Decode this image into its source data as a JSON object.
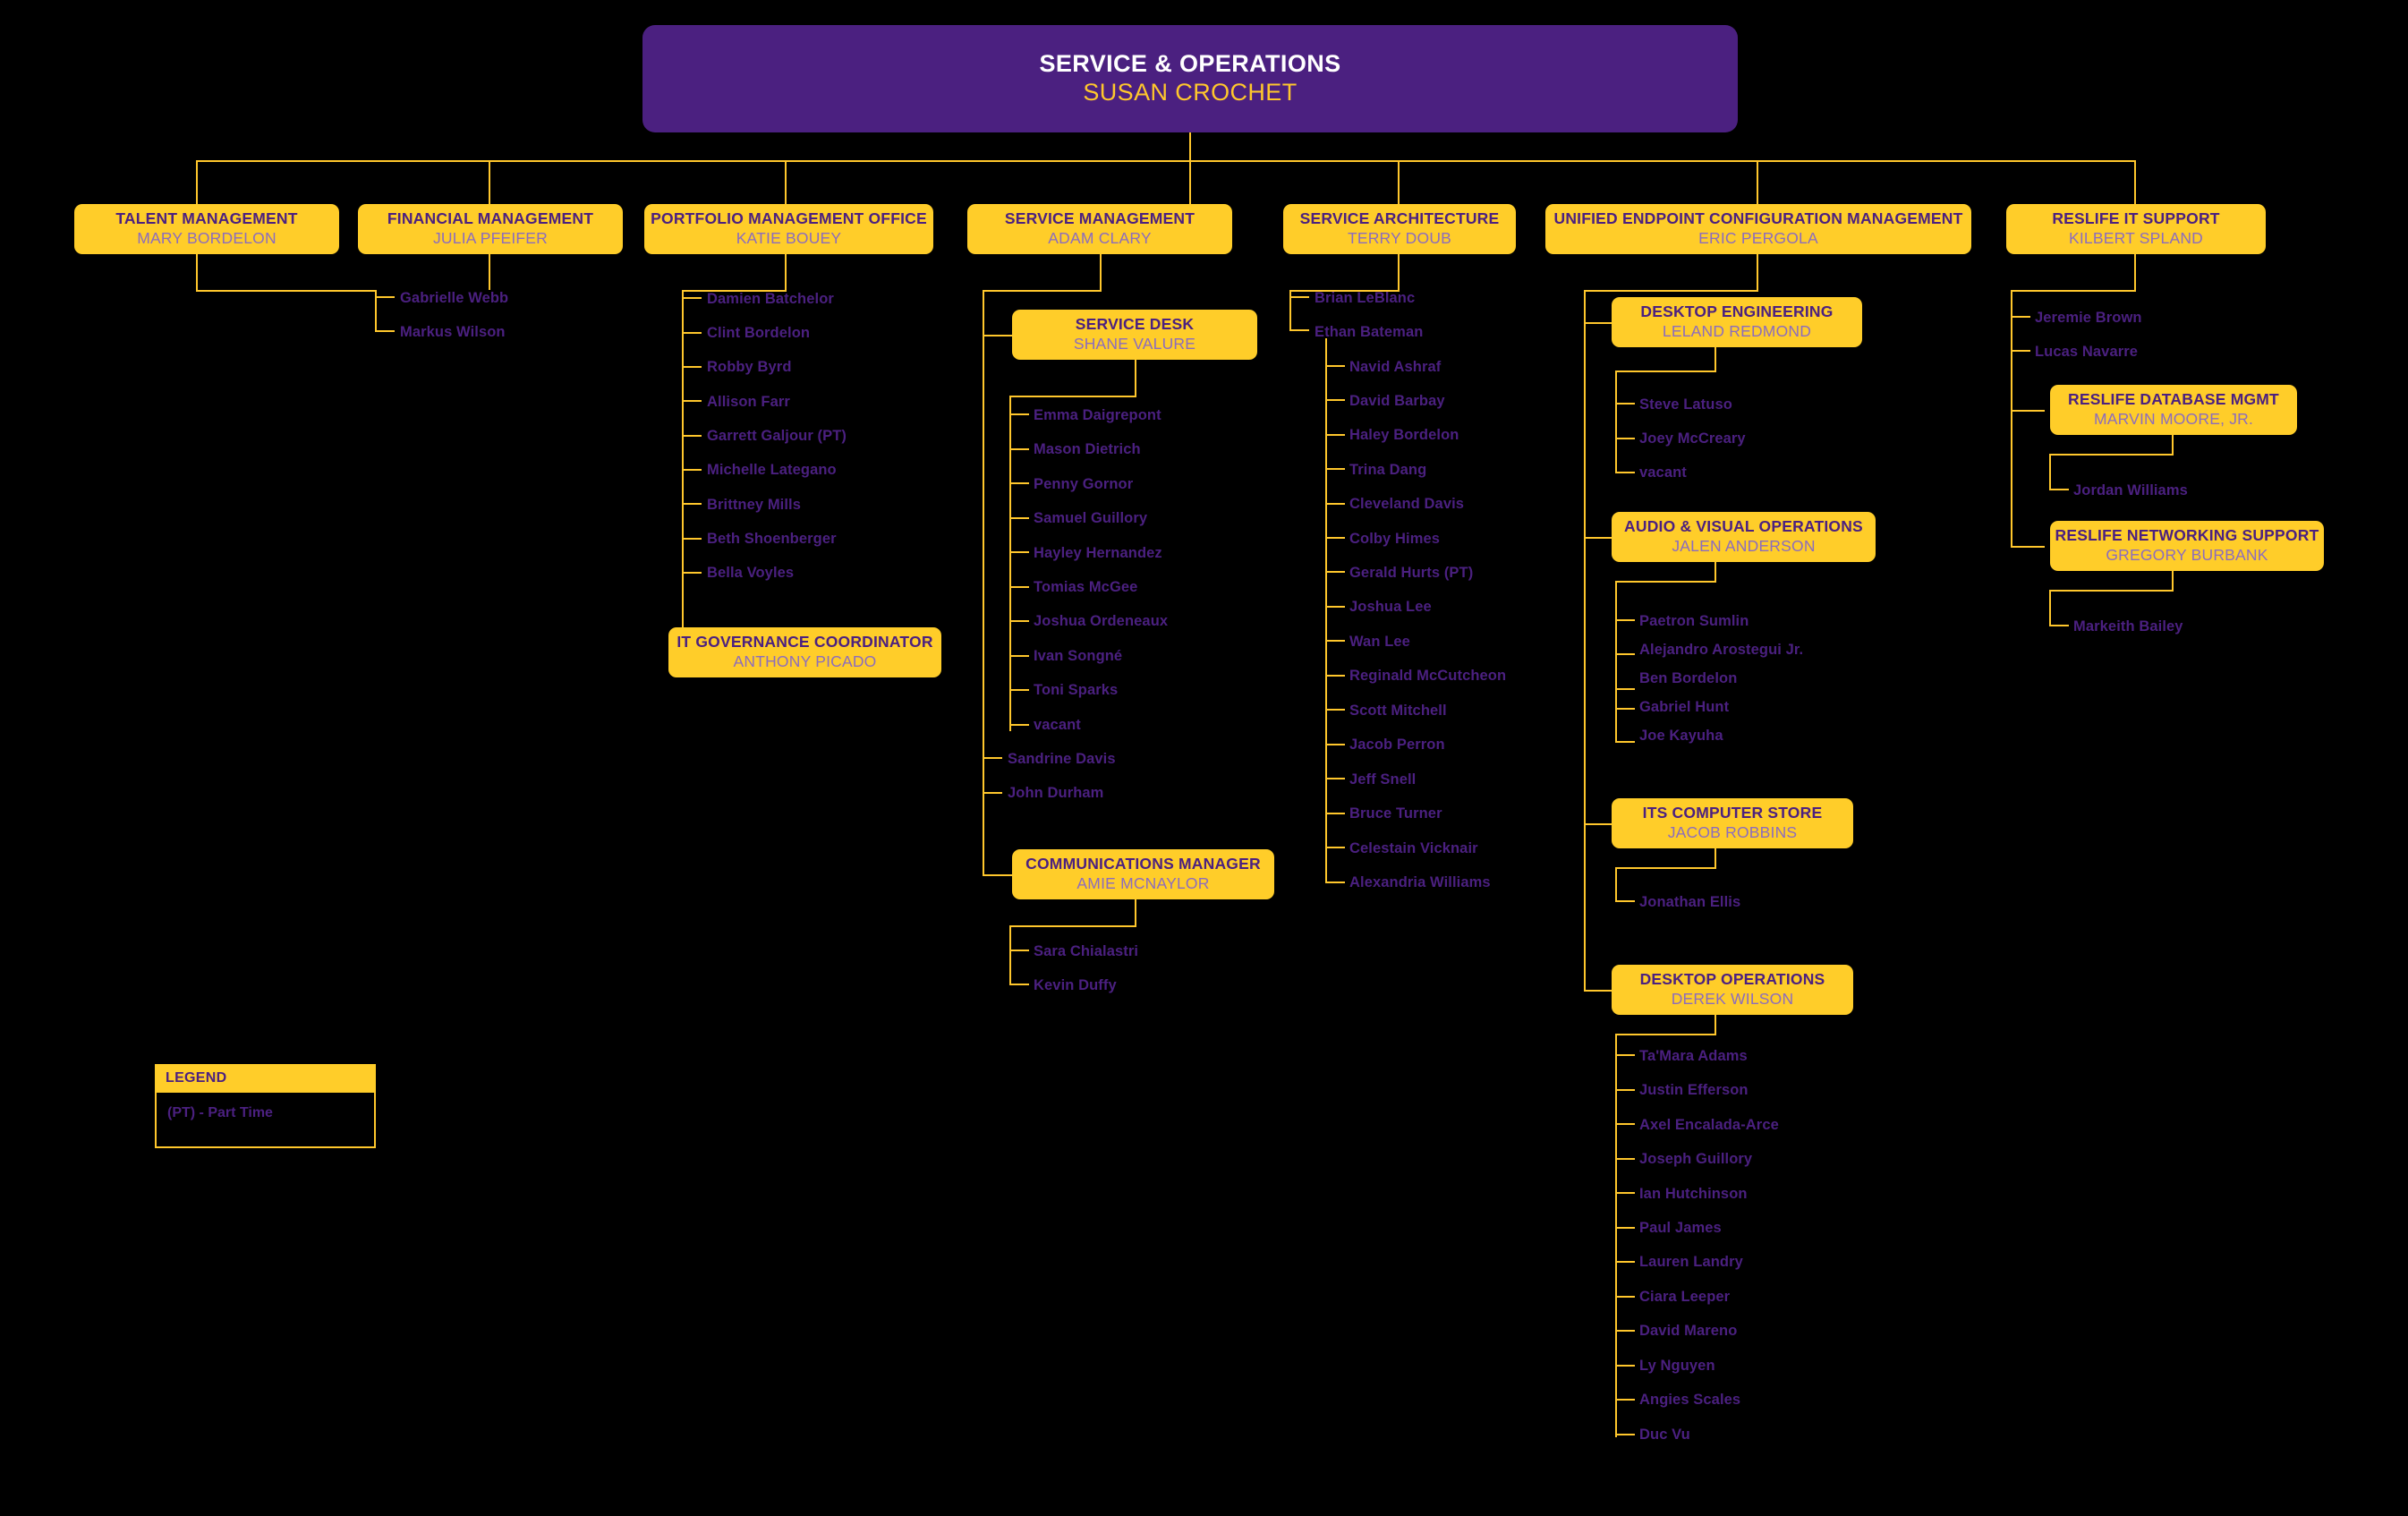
{
  "colors": {
    "background": "#000000",
    "box_fill": "#FFCD29",
    "root_fill": "#4B2080",
    "connector": "#FFC72C",
    "title_text": "#4B2080",
    "name_text": "#8B6CBF",
    "leaf_text": "#4B2080",
    "root_title_text": "#FFFFFF",
    "root_name_text": "#FFC72C"
  },
  "root": {
    "title": "SERVICE & OPERATIONS",
    "name": "SUSAN CROCHET"
  },
  "divisions": [
    {
      "id": "talent-management",
      "title": "TALENT MANAGEMENT",
      "name": "MARY BORDELON",
      "staff": [
        "Gabrielle Webb",
        "Markus Wilson"
      ]
    },
    {
      "id": "financial-management",
      "title": "FINANCIAL MANAGEMENT",
      "name": "JULIA PFEIFER",
      "staff": []
    },
    {
      "id": "portfolio-management-office",
      "title": "PORTFOLIO MANAGEMENT OFFICE",
      "name": "KATIE BOUEY",
      "staff": [
        "Damien Batchelor",
        "Clint Bordelon",
        "Robby Byrd",
        "Allison Farr",
        "Garrett Galjour (PT)",
        "Michelle Lategano",
        "Brittney Mills",
        "Beth Shoenberger",
        "Bella Voyles"
      ],
      "sub_units": [
        {
          "id": "it-governance-coordinator",
          "title": "IT GOVERNANCE COORDINATOR",
          "name": "ANTHONY PICADO",
          "staff": []
        }
      ]
    },
    {
      "id": "service-management",
      "title": "SERVICE MANAGEMENT",
      "name": "ADAM CLARY",
      "staff": [
        "Sandrine Davis",
        "John Durham"
      ],
      "sub_units": [
        {
          "id": "service-desk",
          "title": "SERVICE DESK",
          "name": "SHANE VALURE",
          "staff": [
            "Emma Daigrepont",
            "Mason Dietrich",
            "Penny Gornor",
            "Samuel Guillory",
            "Hayley Hernandez",
            "Tomias McGee",
            "Joshua Ordeneaux",
            "Ivan Songné",
            "Toni Sparks",
            "vacant"
          ]
        },
        {
          "id": "communications-manager",
          "title": "COMMUNICATIONS MANAGER",
          "name": "AMIE MCNAYLOR",
          "staff": [
            "Sara Chialastri",
            "Kevin Duffy"
          ]
        }
      ]
    },
    {
      "id": "service-architecture",
      "title": "SERVICE ARCHITECTURE",
      "name": "TERRY DOUB",
      "staff": [
        "Brian LeBlanc",
        "Ethan Bateman"
      ],
      "nested_staff": [
        "Navid Ashraf",
        "David Barbay",
        "Haley Bordelon",
        "Trina Dang",
        "Cleveland Davis",
        "Colby Himes",
        "Gerald Hurts (PT)",
        "Joshua Lee",
        "Wan Lee",
        "Reginald McCutcheon",
        "Scott Mitchell",
        "Jacob Perron",
        "Jeff Snell",
        "Bruce Turner",
        "Celestain Vicknair",
        "Alexandria Williams"
      ]
    },
    {
      "id": "unified-endpoint-configuration-management",
      "title": "UNIFIED ENDPOINT CONFIGURATION MANAGEMENT",
      "name": "ERIC PERGOLA",
      "staff": [],
      "sub_units": [
        {
          "id": "desktop-engineering",
          "title": "DESKTOP ENGINEERING",
          "name": "LELAND REDMOND",
          "staff": [
            "Steve Latuso",
            "Joey McCreary",
            "vacant"
          ]
        },
        {
          "id": "audio-visual-operations",
          "title": "AUDIO & VISUAL OPERATIONS",
          "name": "JALEN ANDERSON",
          "staff": [
            "Paetron Sumlin",
            "Alejandro Arostegui Jr.",
            "Ben Bordelon",
            "Gabriel Hunt",
            "Joe Kayuha"
          ]
        },
        {
          "id": "its-computer-store",
          "title": "ITS COMPUTER STORE",
          "name": "JACOB ROBBINS",
          "staff": [
            "Jonathan Ellis"
          ]
        },
        {
          "id": "desktop-operations",
          "title": "DESKTOP OPERATIONS",
          "name": "DEREK WILSON",
          "staff": [
            "Ta'Mara Adams",
            "Justin Efferson",
            "Axel Encalada-Arce",
            "Joseph Guillory",
            "Ian Hutchinson",
            "Paul James",
            "Lauren Landry",
            "Ciara Leeper",
            "David Mareno",
            "Ly Nguyen",
            "Angies Scales",
            "Duc Vu"
          ]
        }
      ]
    },
    {
      "id": "reslife-it-support",
      "title": "RESLIFE IT SUPPORT",
      "name": "KILBERT SPLAND",
      "staff": [
        "Jeremie Brown",
        "Lucas Navarre"
      ],
      "sub_units": [
        {
          "id": "reslife-database-mgmt",
          "title": "RESLIFE DATABASE MGMT",
          "name": "MARVIN MOORE, JR.",
          "staff": [
            "Jordan Williams"
          ]
        },
        {
          "id": "reslife-networking-support",
          "title": "RESLIFE NETWORKING SUPPORT",
          "name": "GREGORY BURBANK",
          "staff": [
            "Markeith Bailey"
          ]
        }
      ]
    }
  ],
  "legend": {
    "heading": "LEGEND",
    "entries": [
      "(PT) - Part Time"
    ]
  }
}
